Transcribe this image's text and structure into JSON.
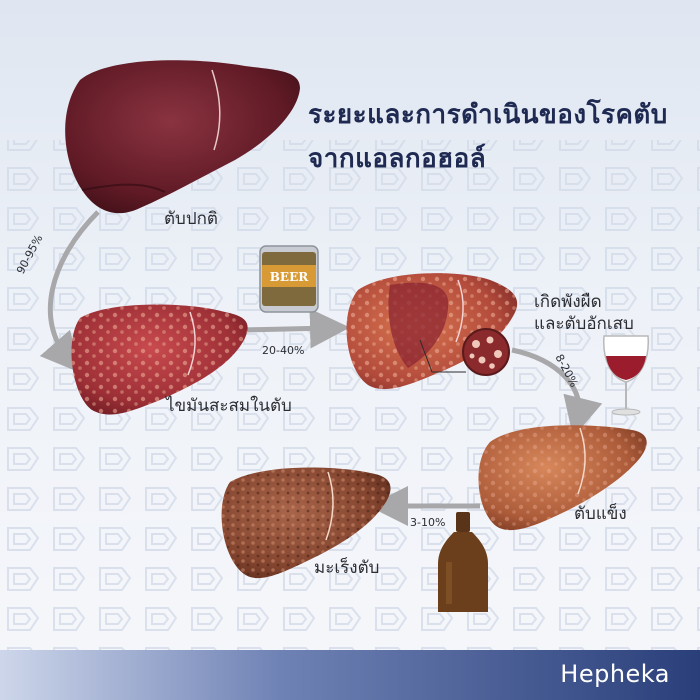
{
  "title": {
    "line1": "ระยะและการดำเนินของโรคตับ",
    "line2": "จากแอลกอฮอล์"
  },
  "stages": {
    "normal": "ตับปกติ",
    "fatty": "ไขมันสะสมในตับ",
    "hepatitis_line1": "เกิดพังผืด",
    "hepatitis_line2": "และตับอักเสบ",
    "cirrhosis": "ตับแข็ง",
    "cancer": "มะเร็งตับ"
  },
  "transitions": {
    "normal_to_fatty": "90-95%",
    "fatty_to_hepatitis": "20-40%",
    "hepatitis_to_cirrhosis": "8-20%",
    "cirrhosis_to_cancer": "3-10%"
  },
  "beer_can_label": "BEER",
  "brand": "Hepheka",
  "colors": {
    "title": "#1f2a52",
    "arrow": "#a8a8ab",
    "normal_liver": "#6b1e2a",
    "fatty_liver": "#a8353c",
    "hepatitis_liver": "#b8513f",
    "cirrhosis_liver": "#b0623e",
    "cancer_liver": "#8c4b32",
    "footer": "#2a3f7a"
  },
  "icons": [
    "beer-can-icon",
    "wine-glass-icon",
    "liquor-bottle-icon"
  ]
}
